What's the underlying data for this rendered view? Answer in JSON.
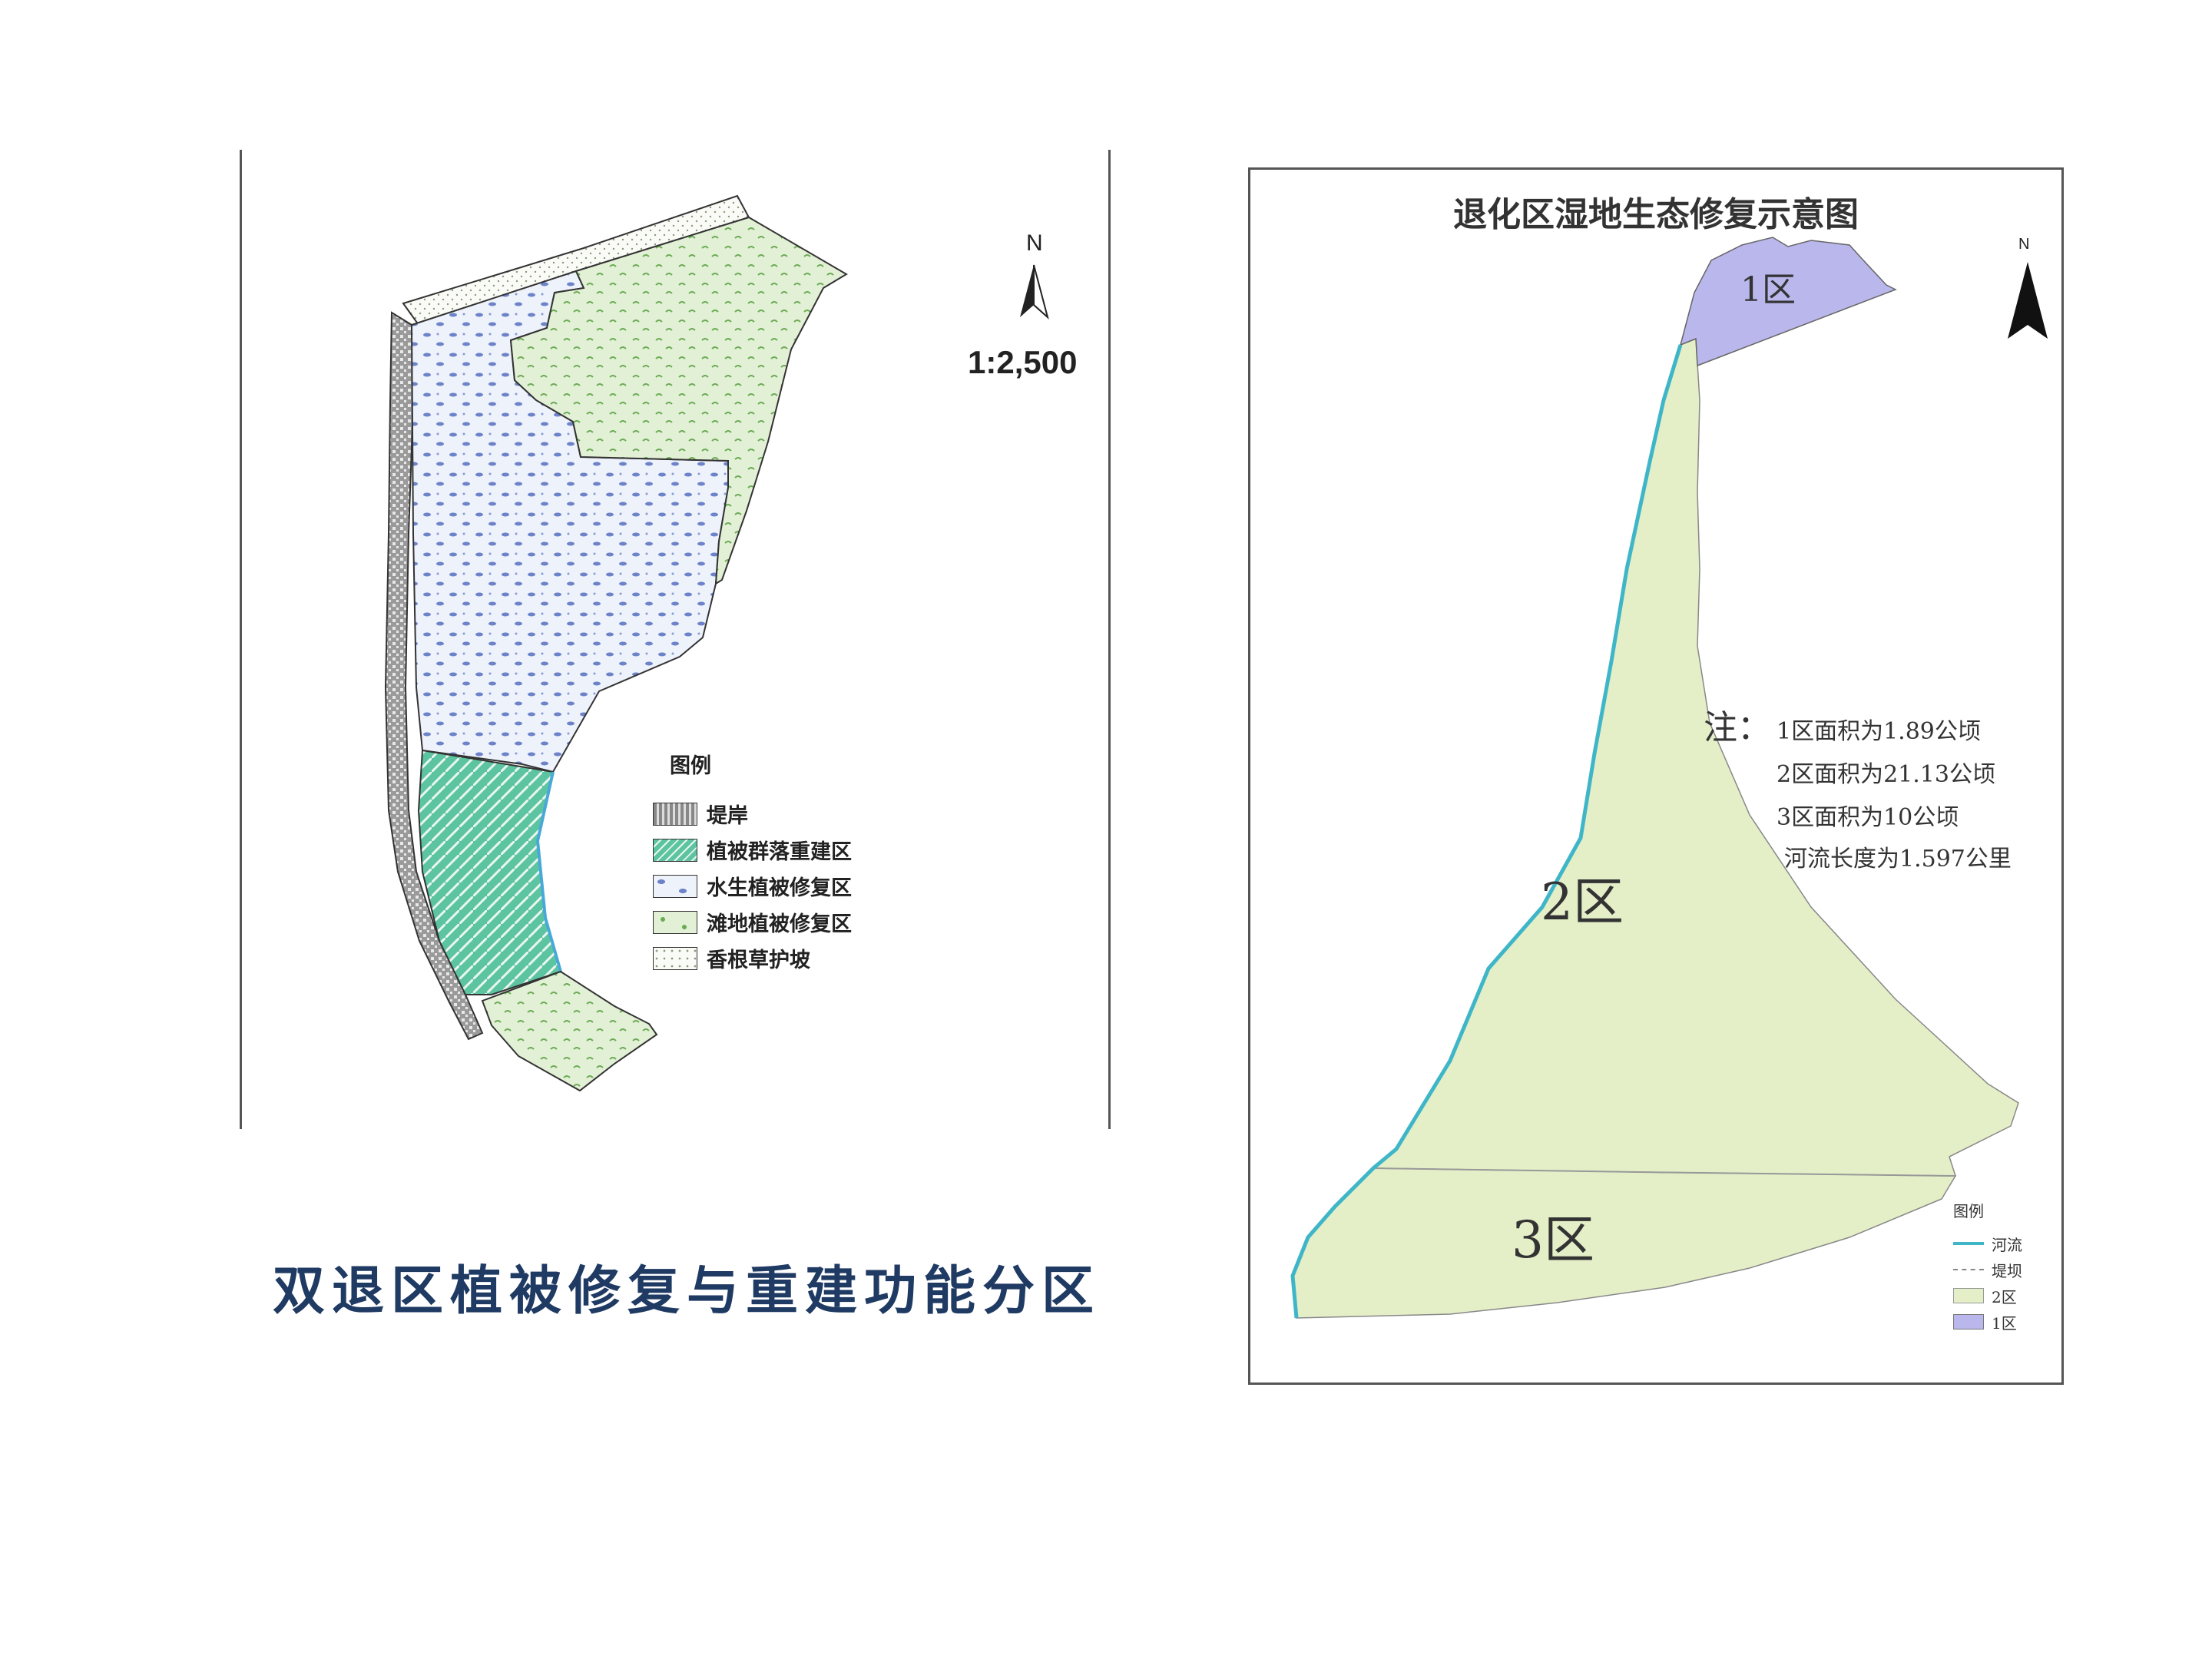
{
  "left_map": {
    "scale": "1:2,500",
    "north_label": "N",
    "legend": {
      "title": "图例",
      "items": [
        {
          "label": "堤岸",
          "fill": "#8a8a8a"
        },
        {
          "label": "植被群落重建区",
          "fill": "#5cc4a0"
        },
        {
          "label": "水生植被修复区",
          "fill": "#e6ecf8"
        },
        {
          "label": "滩地植被修复区",
          "fill": "#d9ecc8"
        },
        {
          "label": "香根草护坡",
          "fill": "#f3f6ee"
        }
      ]
    }
  },
  "caption": "双退区植被修复与重建功能分区",
  "right_map": {
    "title": "退化区湿地生态修复示意图",
    "north_label": "N",
    "zones": [
      {
        "label": "1区",
        "fill": "#b9b7ec"
      },
      {
        "label": "2区",
        "fill": "#e4efc8"
      },
      {
        "label": "3区",
        "fill": "#e4efc8"
      }
    ],
    "note": {
      "head": "注：",
      "lines": [
        "1区面积为1.89公顷",
        "2区面积为21.13公顷",
        "3区面积为10公顷",
        "河流长度为1.597公里"
      ]
    },
    "legend": {
      "title": "图例",
      "items": [
        {
          "label": "河流",
          "kind": "line",
          "color": "#3fb6c8"
        },
        {
          "label": "堤坝",
          "kind": "dash",
          "color": "#888888"
        },
        {
          "label": "2区",
          "kind": "box",
          "color": "#e4efc8"
        },
        {
          "label": "1区",
          "kind": "box",
          "color": "#b9b7ec"
        }
      ]
    }
  }
}
